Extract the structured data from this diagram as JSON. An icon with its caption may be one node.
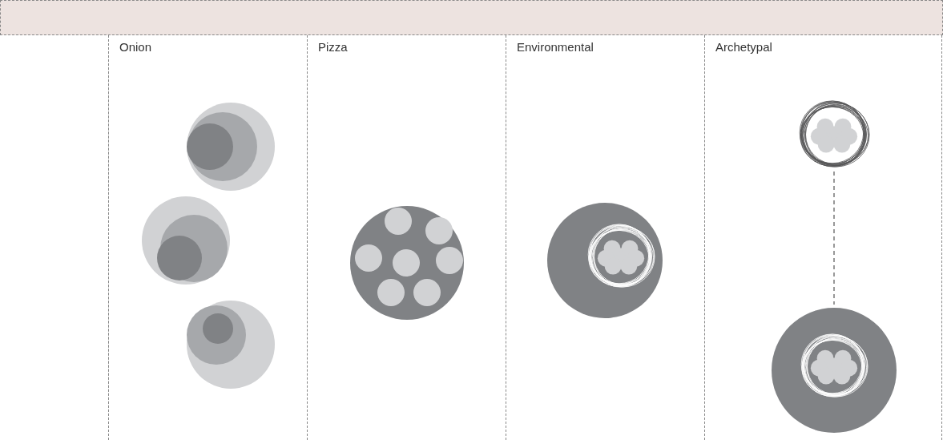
{
  "diagram": {
    "nodes": [
      {
        "text": [
          "Onion"
        ]
      },
      {
        "text": [
          "Pizza"
        ]
      },
      {
        "text": [
          "Environmental"
        ]
      },
      {
        "text": [
          "Archetypal"
        ]
      },
      {
        "text": [],
        "shape": "picture",
        "in": 0
      },
      {
        "text": [],
        "shape": "picture",
        "in": 0
      },
      {
        "text": [],
        "shape": "picture",
        "in": 0
      },
      {
        "text": [],
        "shape": "picture",
        "in": 1
      },
      {
        "text": [],
        "shape": "picture",
        "in": 2
      },
      {
        "text": [],
        "shape": "picture",
        "in": 3
      },
      {
        "text": [],
        "shape": "picture",
        "in": 3
      }
    ],
    "edges": [
      {
        "from": 9,
        "to": 10,
        "arrow": "none",
        "style": "dashed"
      }
    ]
  }
}
